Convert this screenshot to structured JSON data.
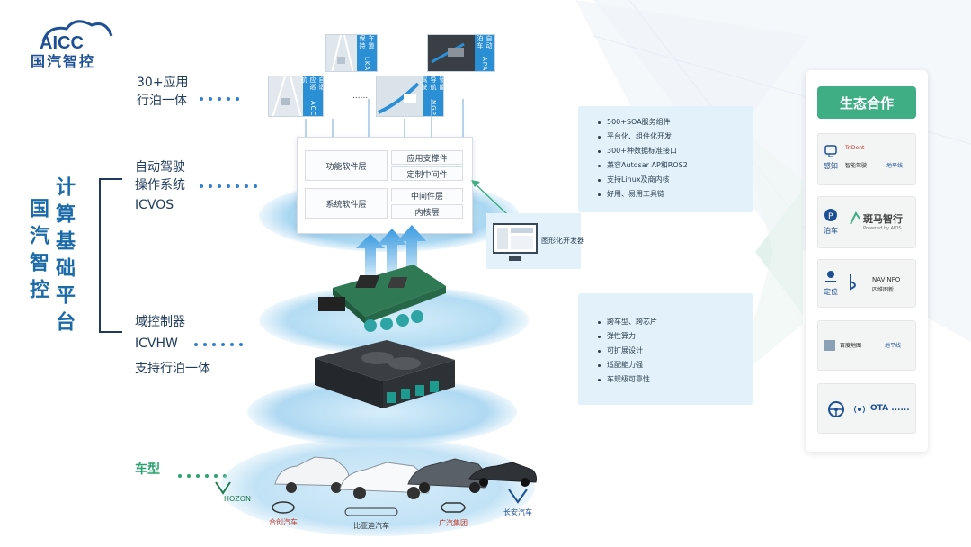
{
  "logo": {
    "mark": "AICC",
    "name": "国汽智控"
  },
  "title": {
    "line1": "计算基础平台",
    "line2": "国汽智控"
  },
  "labels": {
    "apps_line1": "30+应用",
    "apps_line2": "行泊一体",
    "icvos_line1": "自动驾驶",
    "icvos_line2": "操作系统",
    "icvos_line3": "ICVOS",
    "icvhw_line1": "域控制器",
    "icvhw_line2": "ICVHW",
    "icvhw_line3": "支持行泊一体",
    "cars": "车型"
  },
  "apps": [
    {
      "name": "LKA",
      "text": "车道保持"
    },
    {
      "name": "APA",
      "text": "自动泊车"
    },
    {
      "name": "ACC",
      "text": "自适应巡航"
    },
    {
      "name": "NGP",
      "text": "智能导航驾驶"
    }
  ],
  "apps_ellipsis": "......",
  "stack": {
    "func": "功能软件层",
    "app_support": "应用支撑件",
    "custom_mw": "定制中间件",
    "sys": "系统软件层",
    "mw": "中间件层",
    "kernel": "内核层"
  },
  "software_points": [
    "500+SOA服务组件",
    "平台化、组件化开发",
    "300+种数据标准接口",
    "兼容Autosar AP和ROS2",
    "支持Linux及商内核",
    "好用、易用工具链"
  ],
  "graphical_dev": "图形化开发器",
  "hardware_points": [
    "跨车型、跨芯片",
    "弹性算力",
    "可扩展设计",
    "适配能力强",
    "车规级可靠性"
  ],
  "eco": {
    "title": "生态合作",
    "perception": "感知",
    "perception_logos": [
      "TriDent",
      "智能驾驶",
      "地平线"
    ],
    "parking": "泊车",
    "parking_logo": "斑马智行",
    "parking_sub": "Powered by AIOS",
    "location": "定位",
    "location_logos": [
      "NAVINFO",
      "四维图新"
    ],
    "map_logos": [
      "百度地图",
      "地平线"
    ],
    "ota": "OTA ......"
  },
  "brands": [
    "HOZON",
    "合创汽车",
    "比亚迪汽车",
    "广汽集团",
    "长安汽车"
  ],
  "colors": {
    "primary": "#1b6ba8",
    "accent_green": "#3fae84",
    "panel_bg": "#e3f2fa",
    "blue_label": "#2b8fd6"
  }
}
